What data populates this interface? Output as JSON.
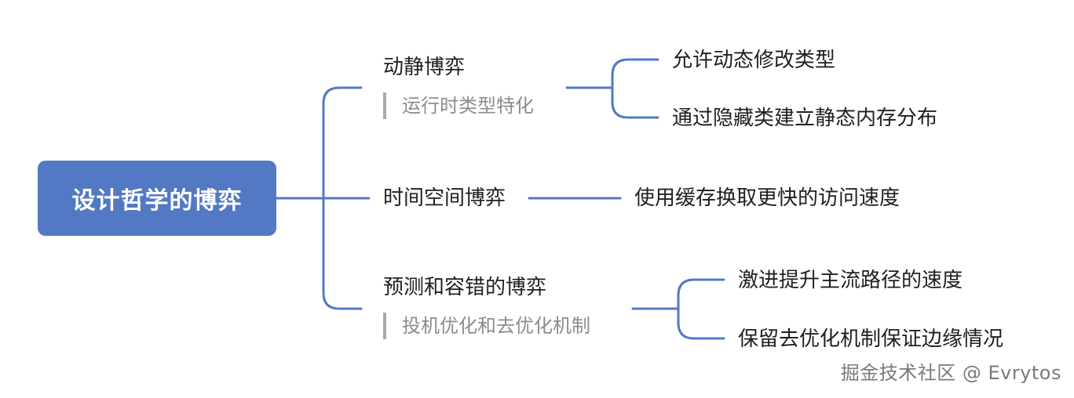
{
  "root": {
    "label": "设计哲学的博弈"
  },
  "branches": [
    {
      "label": "动静博弈",
      "note": "运行时类型特化",
      "children": [
        "允许动态修改类型",
        "通过隐藏类建立静态内存分布"
      ]
    },
    {
      "label": "时间空间博弈",
      "children": [
        "使用缓存换取更快的访问速度"
      ]
    },
    {
      "label": "预测和容错的博弈",
      "note": "投机优化和去优化机制",
      "children": [
        "激进提升主流路径的速度",
        "保留去优化机制保证边缘情况"
      ]
    }
  ],
  "watermark": {
    "text": "掘金技术社区 @ Evrytos"
  },
  "colors": {
    "root_fill": "#5479c4",
    "connector": "#5479c4",
    "note_bar": "#a9a9a9",
    "note_text": "#8c8c8c"
  }
}
